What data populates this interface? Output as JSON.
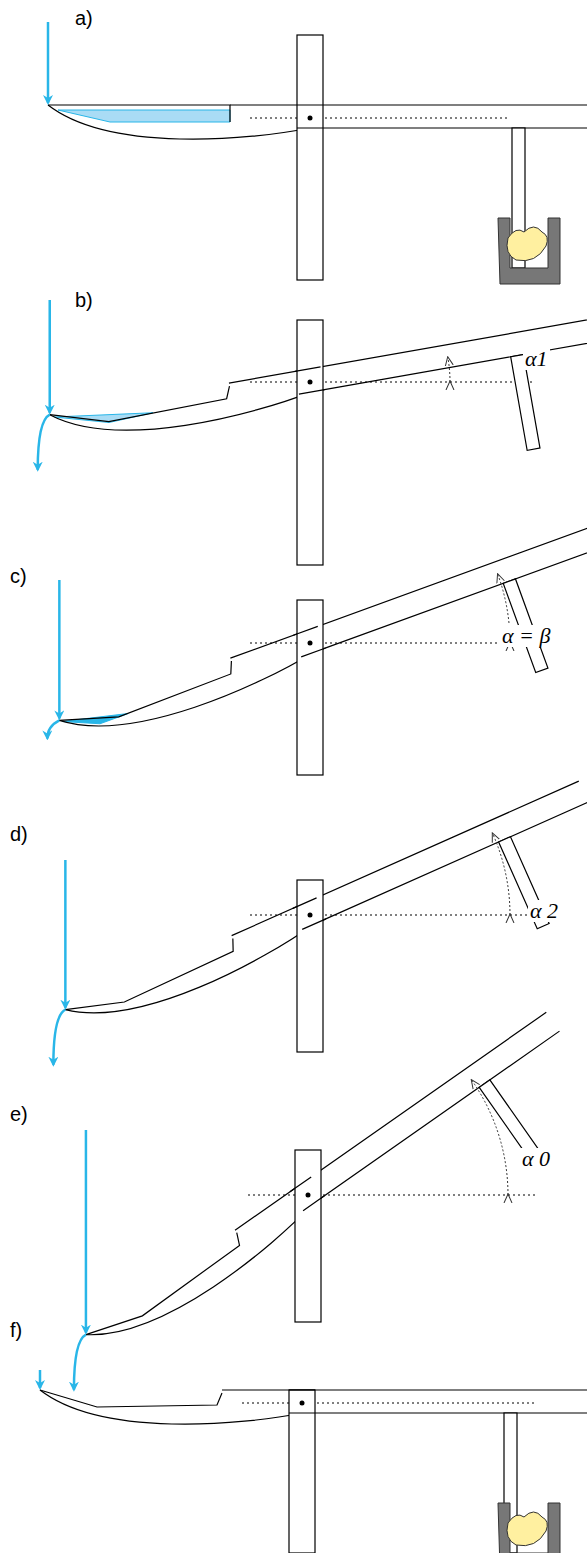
{
  "diagram": {
    "labels": [
      "a)",
      "b)",
      "c)",
      "d)",
      "e)",
      "f)",
      "α1",
      "α = β",
      "α 2",
      "α 0"
    ]
  }
}
